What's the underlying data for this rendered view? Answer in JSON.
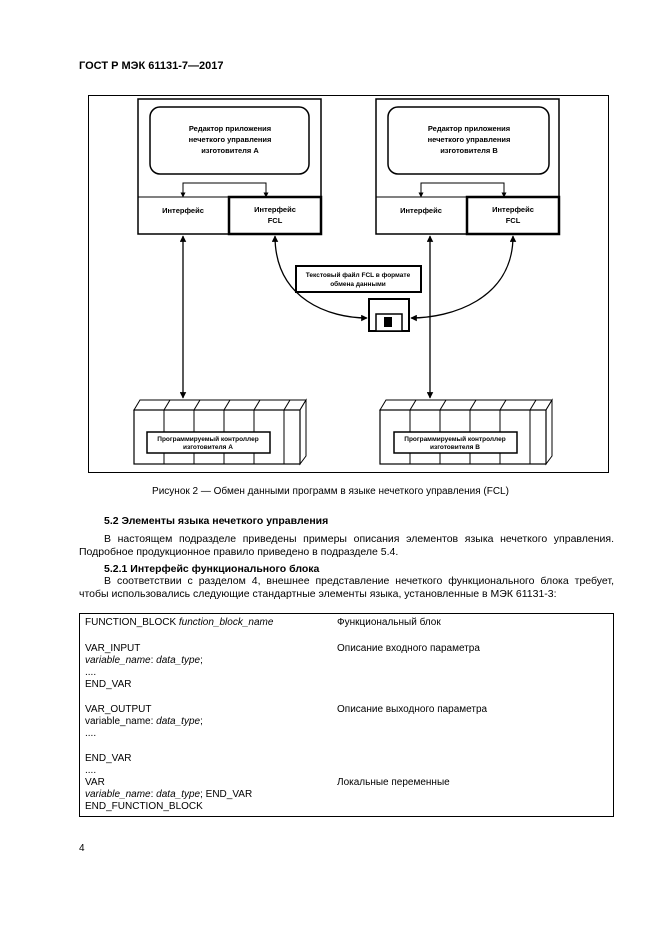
{
  "header": {
    "title": "ГОСТ Р МЭК 61131-7—2017"
  },
  "figure": {
    "editor_a": [
      "Редактор приложения",
      "нечеткого управления",
      "изготовителя А"
    ],
    "editor_b": [
      "Редактор приложения",
      "нечеткого управления",
      "изготовителя В"
    ],
    "interface_label": "Интерфейс",
    "fcl_interface_label": [
      "Интерфейс",
      "FCL"
    ],
    "fcl_file": [
      "Текстовый файл FCL в формате",
      "обмена данными"
    ],
    "controller_a": [
      "Программируемый контроллер",
      "изготовителя А"
    ],
    "controller_b": [
      "Программируемый контроллер",
      "изготовителя В"
    ],
    "caption": "Рисунок 2 — Обмен данными программ в языке нечеткого управления (FCL)"
  },
  "section": {
    "title": "5.2 Элементы языка нечеткого управления",
    "para1": "В настоящем подразделе приведены примеры описания элементов языка нечеткого управления. Подробное продукционное правило приведено в подразделе 5.4.",
    "subsection_title": "5.2.1 Интерфейс функционального блока",
    "para2": "В соответствии с разделом 4, внешнее представление нечеткого функционального блока требует, чтобы использовались следующие стандартные элементы языка, установленные в МЭК 61131-3:"
  },
  "table": {
    "fb_kw": "FUNCTION_BLOCK ",
    "fb_name": "function_block_name",
    "fb_desc": "Функциональный блок",
    "var_input": "VAR_INPUT",
    "var_input_desc": "Описание входного параметра",
    "var_name": "variable_name",
    "colon": ": ",
    "data_type": "data_type",
    "semi": ";",
    "dots": "....",
    "end_var": "END_VAR",
    "var_output": "VAR_OUTPUT",
    "var_output_desc": "Описание выходного параметра",
    "var": "VAR",
    "var_desc": "Локальные переменные",
    "end_var_inline": "; END_VAR",
    "end_fb": "END_FUNCTION_BLOCK"
  },
  "page_number": "4"
}
